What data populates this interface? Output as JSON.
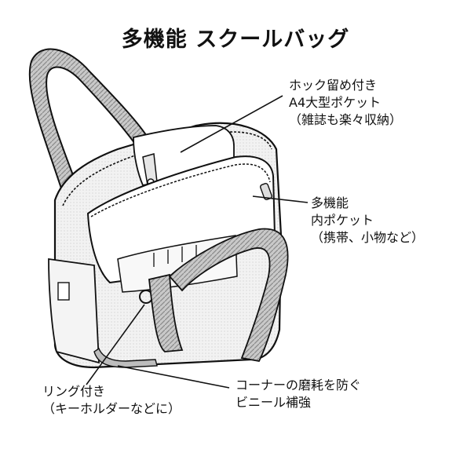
{
  "title": "多機能 スクールバッグ",
  "callouts": [
    {
      "lines": [
        "ホック留め付き",
        "A4大型ポケット",
        "（雑誌も楽々収納）"
      ]
    },
    {
      "lines": [
        "多機能",
        "内ポケット",
        "（携帯、小物など）"
      ]
    },
    {
      "lines": [
        "リング付き",
        "（キーホルダーなどに）"
      ]
    },
    {
      "lines": [
        "コーナーの磨耗を防ぐ",
        "ビニール補強"
      ]
    }
  ]
}
